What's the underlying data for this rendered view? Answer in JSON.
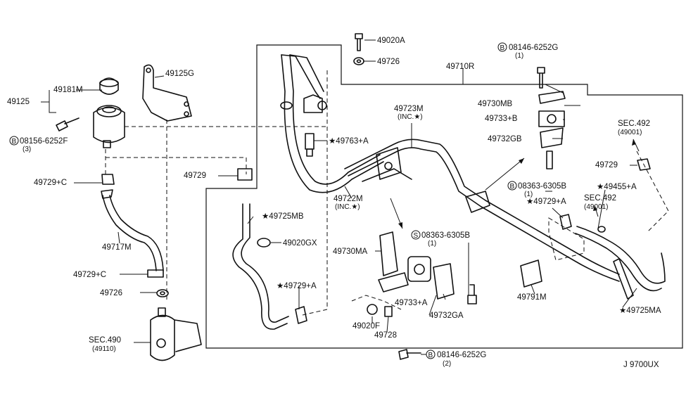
{
  "labels": {
    "p49020A": "49020A",
    "p49726_top": "49726",
    "p49710R": "49710R",
    "p08146_top": "08146-6252G",
    "p08146_top_qty": "(1)",
    "p49181M": "49181M",
    "p49125G": "49125G",
    "p49125": "49125",
    "p08156": "08156-6252F",
    "p08156_qty": "(3)",
    "p49723M": "49723M",
    "p49723M_inc": "(INC.★)",
    "p49730MB": "49730MB",
    "p49733B": "49733+B",
    "p49732GB": "49732GB",
    "sec492_top": "SEC.492",
    "sec492_top_sub": "(49001)",
    "p49763A": "★49763+A",
    "p49729_r": "49729",
    "p49729C_1": "49729+C",
    "p49729_mid": "49729",
    "p08363_r": "08363-6305B",
    "p08363_r_qty": "(1)",
    "p49455A": "★49455+A",
    "p49729A_r": "★49729+A",
    "sec492_mid": "SEC.492",
    "sec492_mid_sub": "(49001)",
    "p49722M": "49722M",
    "p49722M_inc": "(INC.★)",
    "p49725MB": "★49725MB",
    "p08363_c": "08363-6305B",
    "p08363_c_qty": "(1)",
    "p49717M": "49717M",
    "p49020GX": "49020GX",
    "p49730MA": "49730MA",
    "p49729C_2": "49729+C",
    "p49729A_c": "★49729+A",
    "p49726_l": "49726",
    "p49733A": "49733+A",
    "p49791M": "49791M",
    "p49725MA": "★49725MA",
    "p49020F": "49020F",
    "p49732GA": "49732GA",
    "p49728": "49728",
    "sec490": "SEC.490",
    "sec490_sub": "(49110)",
    "p08146_bot": "08146-6252G",
    "p08146_bot_qty": "(2)",
    "diagram_code": "J 9700UX"
  },
  "markers": {
    "bolt_b": "B",
    "screw_s": "S"
  }
}
